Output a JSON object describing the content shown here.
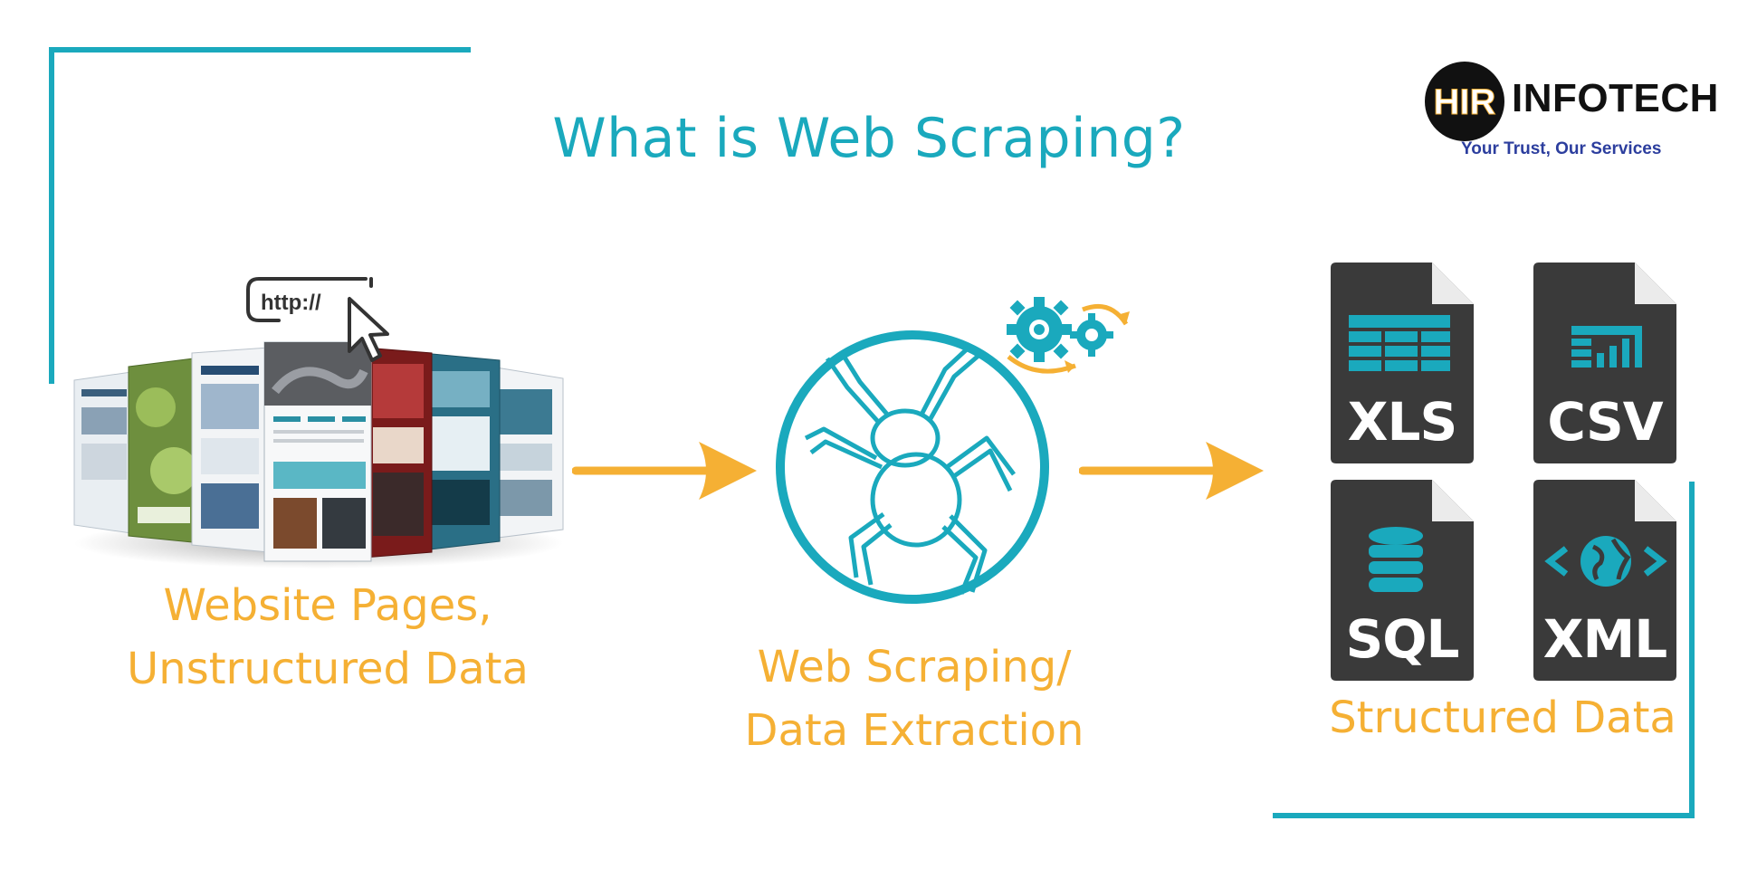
{
  "title": "What is Web Scraping?",
  "logo": {
    "brand_mark": "HIR",
    "brand_word": "INFOTECH",
    "tagline": "Your Trust, Our Services"
  },
  "source": {
    "url_bubble": "http://",
    "caption_line1": "Website Pages,",
    "caption_line2": "Unstructured Data"
  },
  "process": {
    "caption_line1": "Web Scraping/",
    "caption_line2": "Data Extraction"
  },
  "output": {
    "files": [
      {
        "label": "XLS",
        "icon": "spreadsheet-icon"
      },
      {
        "label": "CSV",
        "icon": "chart-table-icon"
      },
      {
        "label": "SQL",
        "icon": "database-icon"
      },
      {
        "label": "XML",
        "icon": "globe-code-icon"
      }
    ],
    "caption": "Structured Data"
  },
  "colors": {
    "teal": "#1aa9bd",
    "orange": "#f5b034",
    "dark": "#333333"
  }
}
